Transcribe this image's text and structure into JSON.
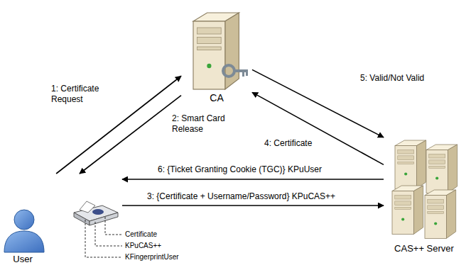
{
  "diagram": {
    "nodes": [
      {
        "text": [
          "CA"
        ]
      },
      {
        "text": [
          "User"
        ]
      },
      {
        "text": [
          "CAS++ Server"
        ]
      }
    ],
    "edges": [
      {
        "from": 1,
        "to": 0,
        "arrow": "to",
        "label": "1: Certificate Request"
      },
      {
        "from": 0,
        "to": 1,
        "arrow": "to",
        "label": "2: Smart Card Release"
      },
      {
        "from": 1,
        "to": 2,
        "arrow": "to",
        "label": "3: {Certificate + Username/Password} KPuCAS++"
      },
      {
        "from": 2,
        "to": 0,
        "arrow": "to",
        "label": "4: Certificate"
      },
      {
        "from": 0,
        "to": 2,
        "arrow": "to",
        "label": "5: Valid/Not Valid"
      },
      {
        "from": 2,
        "to": 1,
        "arrow": "to",
        "label": "6: {Ticket Granting Cookie (TGC)} KPuUser"
      }
    ],
    "labels": [
      "Certificate",
      "KPuCAS++",
      "KFingerprintUser"
    ]
  }
}
